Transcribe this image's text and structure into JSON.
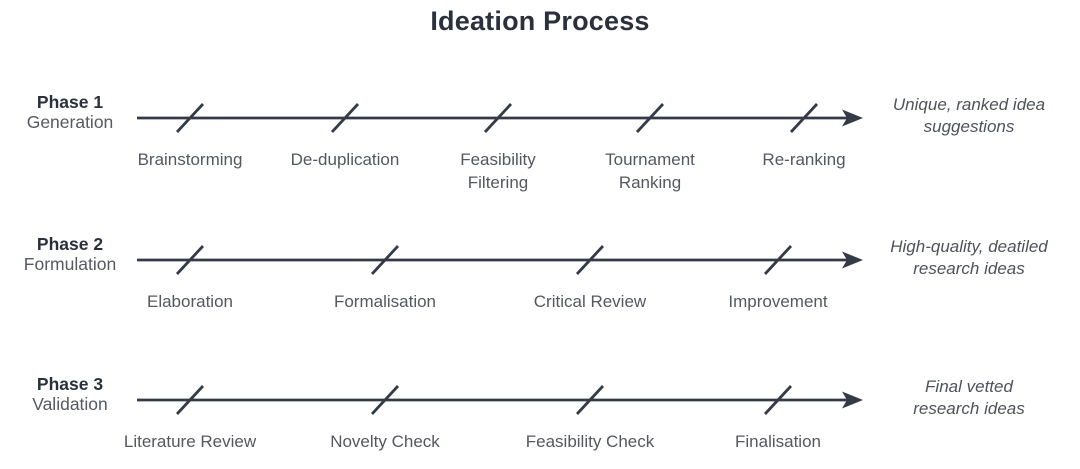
{
  "title": "Ideation Process",
  "phases": [
    {
      "name": "Phase 1",
      "subtitle": "Generation",
      "steps": [
        "Brainstorming",
        "De-duplication",
        "Feasibility\nFiltering",
        "Tournament\nRanking",
        "Re-ranking"
      ],
      "outcome": "Unique, ranked idea\nsuggestions"
    },
    {
      "name": "Phase 2",
      "subtitle": "Formulation",
      "steps": [
        "Elaboration",
        "Formalisation",
        "Critical Review",
        "Improvement"
      ],
      "outcome": "High-quality, deatiled\nresearch ideas"
    },
    {
      "name": "Phase 3",
      "subtitle": "Validation",
      "steps": [
        "Literature Review",
        "Novelty Check",
        "Feasibility Check",
        "Finalisation"
      ],
      "outcome": "Final vetted\nresearch ideas"
    }
  ],
  "colors": {
    "text_primary": "#2b313c",
    "text_secondary": "#54585f",
    "stroke": "#353b46"
  }
}
